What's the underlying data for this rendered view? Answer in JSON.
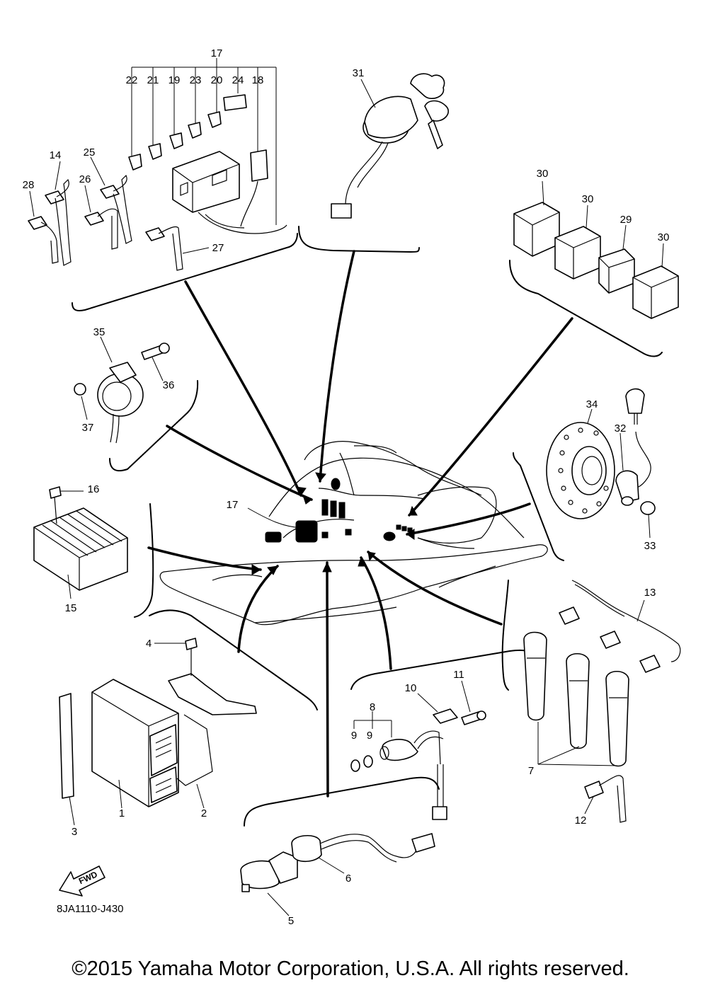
{
  "diagram_code": "8JA1110-J430",
  "fwd_label": "FWD",
  "copyright": "©2015 Yamaha Motor Corporation, U.S.A. All rights reserved.",
  "callouts": {
    "c1": "1",
    "c2": "2",
    "c3": "3",
    "c4": "4",
    "c5": "5",
    "c6": "6",
    "c7": "7",
    "c8": "8",
    "c9a": "9",
    "c9b": "9",
    "c10": "10",
    "c11": "11",
    "c12": "12",
    "c13": "13",
    "c14": "14",
    "c15": "15",
    "c16": "16",
    "c17top": "17",
    "c17mid": "17",
    "c18": "18",
    "c19": "19",
    "c20": "20",
    "c21": "21",
    "c22": "22",
    "c23": "23",
    "c24": "24",
    "c25": "25",
    "c26": "26",
    "c27": "27",
    "c28": "28",
    "c29": "29",
    "c30a": "30",
    "c30b": "30",
    "c30c": "30",
    "c31": "31",
    "c32": "32",
    "c33": "33",
    "c34": "34",
    "c35": "35",
    "c36": "36",
    "c37": "37"
  }
}
